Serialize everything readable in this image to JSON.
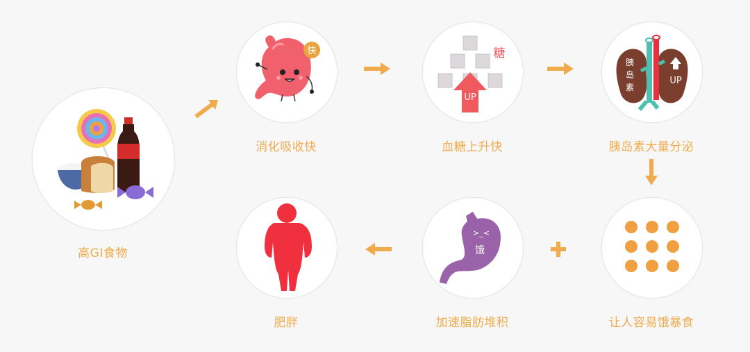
{
  "diagram": {
    "type": "flow",
    "theme": {
      "label_color": "#f0ab4c",
      "arrow_color": "#f0ab4c",
      "background": "#f7f7f7"
    },
    "nodes": [
      {
        "id": "high-gi-food",
        "label": "高GI食物",
        "icon": "food-icon"
      },
      {
        "id": "fast-digestion",
        "label": "消化吸收快",
        "icon": "stomach-happy-icon",
        "badge": "快"
      },
      {
        "id": "blood-sugar-rise",
        "label": "血糖上升快",
        "icon": "sugar-cubes-up-icon",
        "badge": "糖",
        "arrow_text": "UP"
      },
      {
        "id": "insulin-secretion",
        "label": "胰岛素大量分泌",
        "icon": "pancreas-icon",
        "left_text": "胰岛素",
        "right_text": "UP"
      },
      {
        "id": "easy-hunger",
        "label": "让人容易饿暴食",
        "icon": "dots-grid-icon"
      },
      {
        "id": "fat-accumulation",
        "label": "加速脂肪堆积",
        "icon": "stomach-hungry-icon",
        "badge": "饿",
        "face": ">_<"
      },
      {
        "id": "obesity",
        "label": "肥胖",
        "icon": "obese-silhouette-icon"
      }
    ],
    "connectors": [
      {
        "from": "high-gi-food",
        "to": "fast-digestion",
        "symbol": "arrow-up-right"
      },
      {
        "from": "fast-digestion",
        "to": "blood-sugar-rise",
        "symbol": "arrow-right"
      },
      {
        "from": "blood-sugar-rise",
        "to": "insulin-secretion",
        "symbol": "arrow-right"
      },
      {
        "from": "insulin-secretion",
        "to": "easy-hunger",
        "symbol": "arrow-down"
      },
      {
        "from": "easy-hunger",
        "to": "fat-accumulation",
        "symbol": "plus"
      },
      {
        "from": "fat-accumulation",
        "to": "obesity",
        "symbol": "arrow-left"
      }
    ]
  }
}
